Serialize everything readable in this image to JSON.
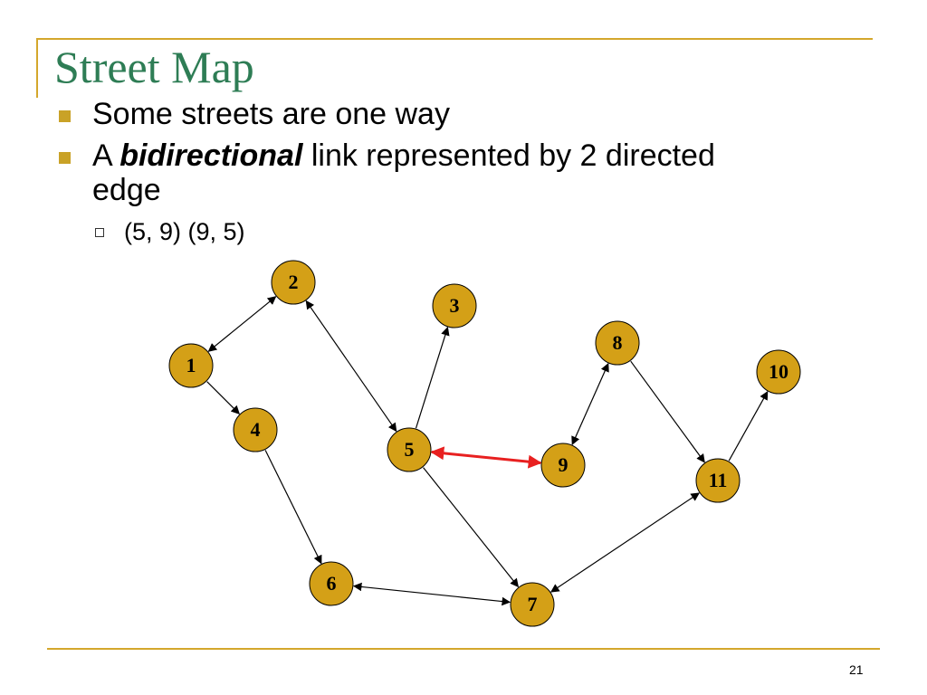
{
  "slide": {
    "title": "Street Map",
    "bullets": [
      {
        "text": "Some streets are one way"
      },
      {
        "prefix": "A ",
        "emphasis": "bidirectional",
        "suffix": " link represented by 2 directed",
        "line2": "edge"
      }
    ],
    "sub_bullets": [
      {
        "text": "(5, 9) (9, 5)"
      }
    ],
    "page_number": "21"
  },
  "colors": {
    "accent_line": "#d4a72c",
    "title": "#2e7d55",
    "bullet": "#c9a227",
    "node_fill": "#d4a017",
    "highlight_edge": "#e82020"
  },
  "graph": {
    "nodes": [
      {
        "id": "1",
        "label": "1"
      },
      {
        "id": "2",
        "label": "2"
      },
      {
        "id": "3",
        "label": "3"
      },
      {
        "id": "4",
        "label": "4"
      },
      {
        "id": "5",
        "label": "5"
      },
      {
        "id": "6",
        "label": "6"
      },
      {
        "id": "7",
        "label": "7"
      },
      {
        "id": "8",
        "label": "8"
      },
      {
        "id": "9",
        "label": "9"
      },
      {
        "id": "10",
        "label": "10"
      },
      {
        "id": "11",
        "label": "11"
      }
    ],
    "edges": [
      {
        "from": "1",
        "to": "2",
        "bidirectional": true
      },
      {
        "from": "2",
        "to": "5",
        "bidirectional": true
      },
      {
        "from": "1",
        "to": "4",
        "bidirectional": false
      },
      {
        "from": "5",
        "to": "3",
        "bidirectional": false
      },
      {
        "from": "4",
        "to": "6",
        "bidirectional": false
      },
      {
        "from": "5",
        "to": "7",
        "bidirectional": false
      },
      {
        "from": "6",
        "to": "7",
        "bidirectional": true
      },
      {
        "from": "7",
        "to": "11",
        "bidirectional": true
      },
      {
        "from": "8",
        "to": "9",
        "bidirectional": true
      },
      {
        "from": "8",
        "to": "11",
        "bidirectional": false
      },
      {
        "from": "11",
        "to": "10",
        "bidirectional": false
      },
      {
        "from": "5",
        "to": "9",
        "bidirectional": true,
        "highlight": true
      }
    ]
  }
}
